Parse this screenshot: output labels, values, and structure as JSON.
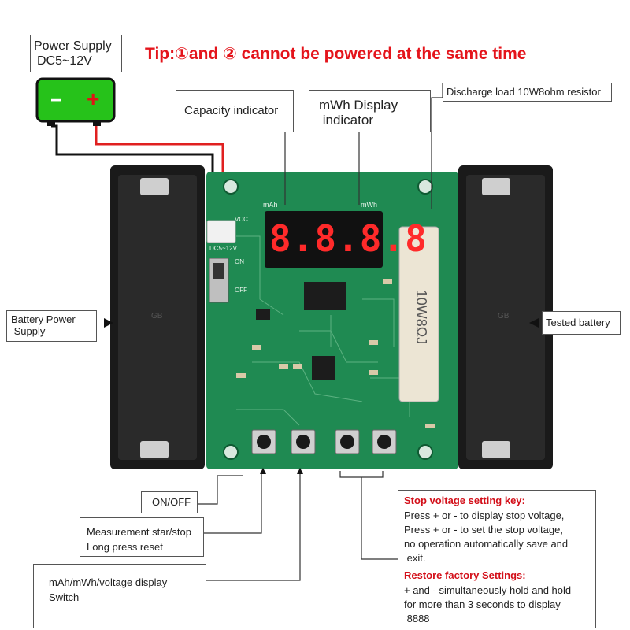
{
  "tip": "Tip:①and ② cannot be powered at the same time",
  "power_supply": {
    "line1": "Power Supply",
    "line2": "DC5~12V",
    "minus": "−",
    "plus": "+"
  },
  "callouts": {
    "capacity": "Capacity indicator",
    "mwh": "mWh Display\n indicator",
    "resistor": "Discharge load 10W8ohm resistor",
    "battery_power": "Battery Power\n Supply",
    "tested_battery": "Tested battery",
    "on_off": "ON/OFF",
    "measurement": "Measurement star/stop\nLong press reset",
    "display_switch": "mAh/mWh/voltage display\nSwitch"
  },
  "board": {
    "display_digits": "8.8.8.8",
    "label_mah": "mAh",
    "label_mwh": "mWh",
    "label_vcc": "VCC",
    "label_dc": "DC5~12V",
    "label_on": "ON",
    "label_off": "OFF",
    "resistor_marking": "10W8ΩJ",
    "holder_marking": "GB"
  },
  "stop_box": {
    "heading": "Stop voltage setting key:",
    "lines": [
      "Press + or - to display stop voltage,",
      "Press + or - to set the stop voltage,",
      "no operation automatically save and",
      " exit."
    ],
    "heading2": "Restore factory Settings:",
    "lines2": [
      "+ and - simultaneously hold and hold",
      "for more than 3 seconds to display",
      " 8888"
    ]
  },
  "colors": {
    "tip": "#e4141b",
    "pcb": "#1f8a52",
    "battery": "#26c21a",
    "display_red": "#ff2a2a",
    "heading_red": "#d3101a"
  }
}
